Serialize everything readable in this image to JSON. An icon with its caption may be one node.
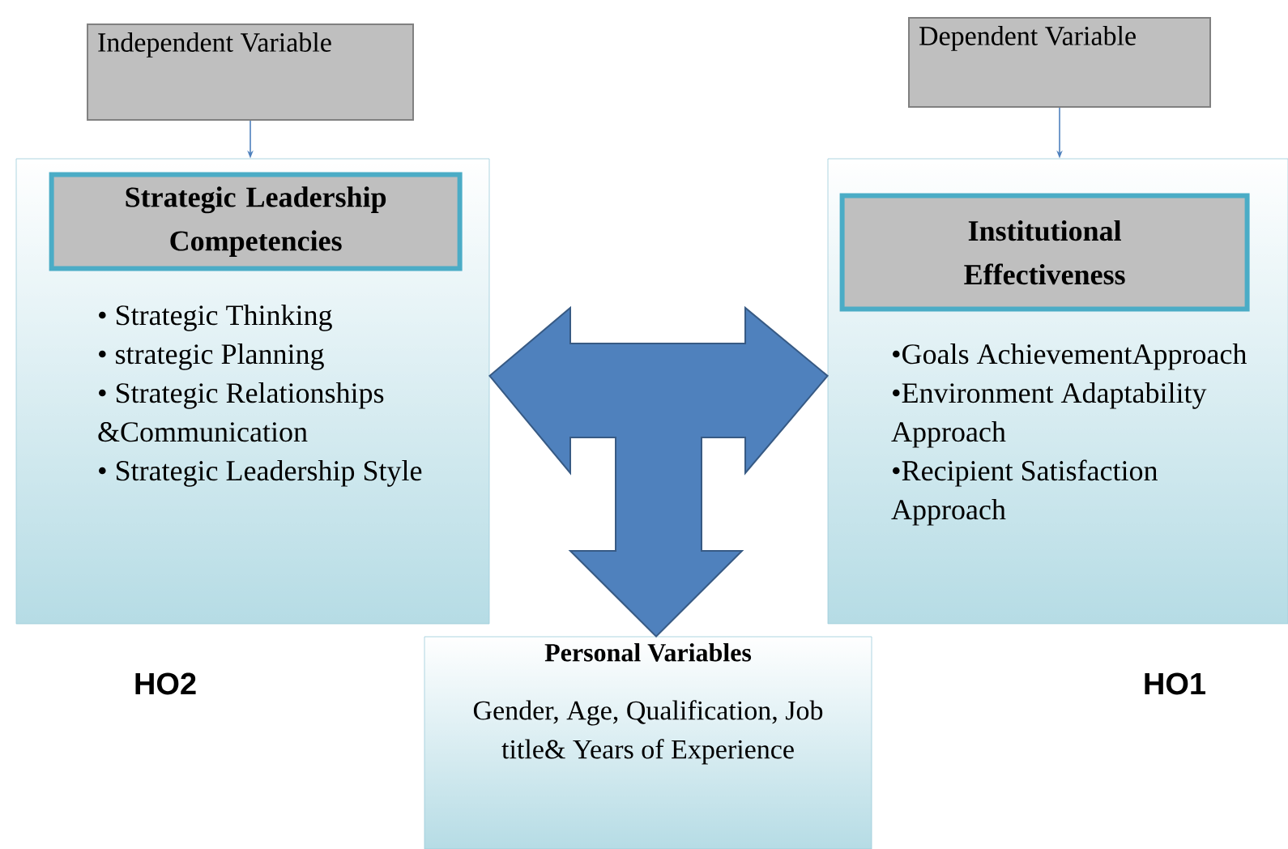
{
  "diagram": {
    "nodes": [
      {
        "text": [
          "Independent Variable"
        ]
      },
      {
        "text": [
          "• Strategic Thinking",
          "• strategic Planning",
          "• Strategic Relationships &Communication",
          "• Strategic Leadership Style"
        ]
      },
      {
        "text": [
          "Strategic Leadership Competencies"
        ],
        "in": 1
      },
      {
        "text": [
          "Dependent Variable"
        ]
      },
      {
        "text": [
          "•Goals AchievementApproach",
          "•Environment Adaptability Approach",
          "•Recipient Satisfaction Approach"
        ]
      },
      {
        "text": [
          "Institutional Effectiveness"
        ],
        "in": 4
      },
      {
        "text": [
          "Personal Variables",
          "Gender, Age, Qualification, Job title& Years of Experience"
        ]
      }
    ],
    "edges": [
      {
        "from": 0,
        "to": 1,
        "arrow": "to"
      },
      {
        "from": 3,
        "to": 4,
        "arrow": "to"
      },
      {
        "from": 1,
        "to": 4,
        "arrow": "both",
        "style": "thick",
        "color": "#4f81bd"
      },
      {
        "from": 1,
        "to": 6,
        "arrow": "both",
        "style": "thick",
        "color": "#4f81bd"
      }
    ],
    "labels": [
      "HO2",
      "HO1"
    ]
  }
}
